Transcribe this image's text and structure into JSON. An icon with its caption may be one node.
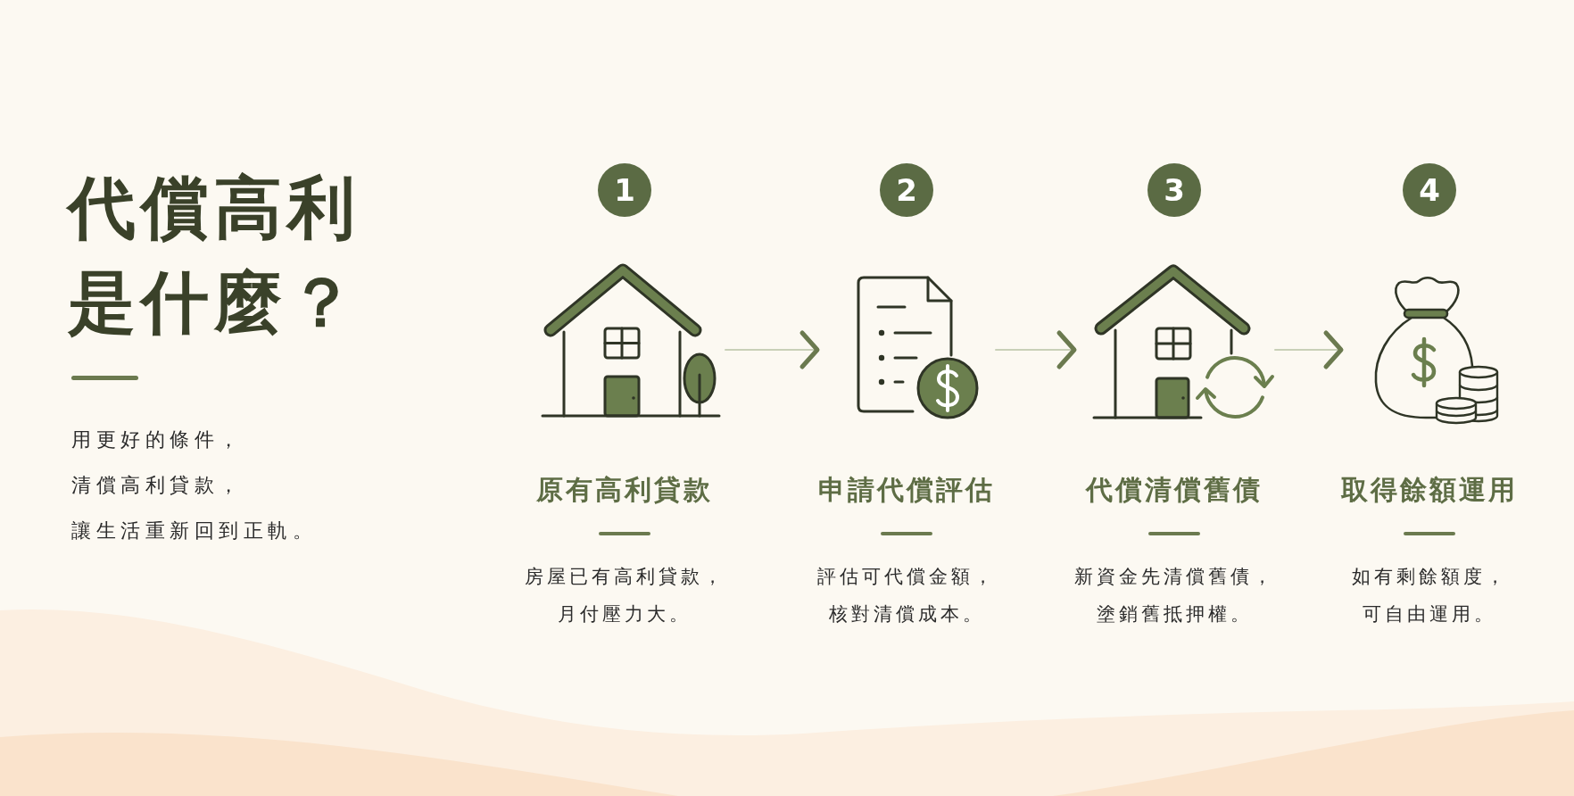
{
  "diagram": {
    "title": "代償高利是什麼？",
    "nodes": [
      {
        "text": [
          "1",
          "原有高利貸款",
          "房屋已有高利貸款，月付壓力大。"
        ]
      },
      {
        "text": [
          "2",
          "申請代償評估",
          "評估可代償金額，核對清償成本。"
        ]
      },
      {
        "text": [
          "3",
          "代償清償舊債",
          "新資金先清償舊債，塗銷舊抵押權。"
        ]
      },
      {
        "text": [
          "4",
          "取得餘額運用",
          "如有剩餘額度，可自由運用。"
        ]
      }
    ],
    "edges": [
      {
        "from": 0,
        "to": 1,
        "arrow": "to"
      },
      {
        "from": 1,
        "to": 2,
        "arrow": "to"
      },
      {
        "from": 2,
        "to": 3,
        "arrow": "to"
      }
    ],
    "labels": [
      "用更好的條件，清償高利貸款，讓生活重新回到正軌。"
    ]
  }
}
